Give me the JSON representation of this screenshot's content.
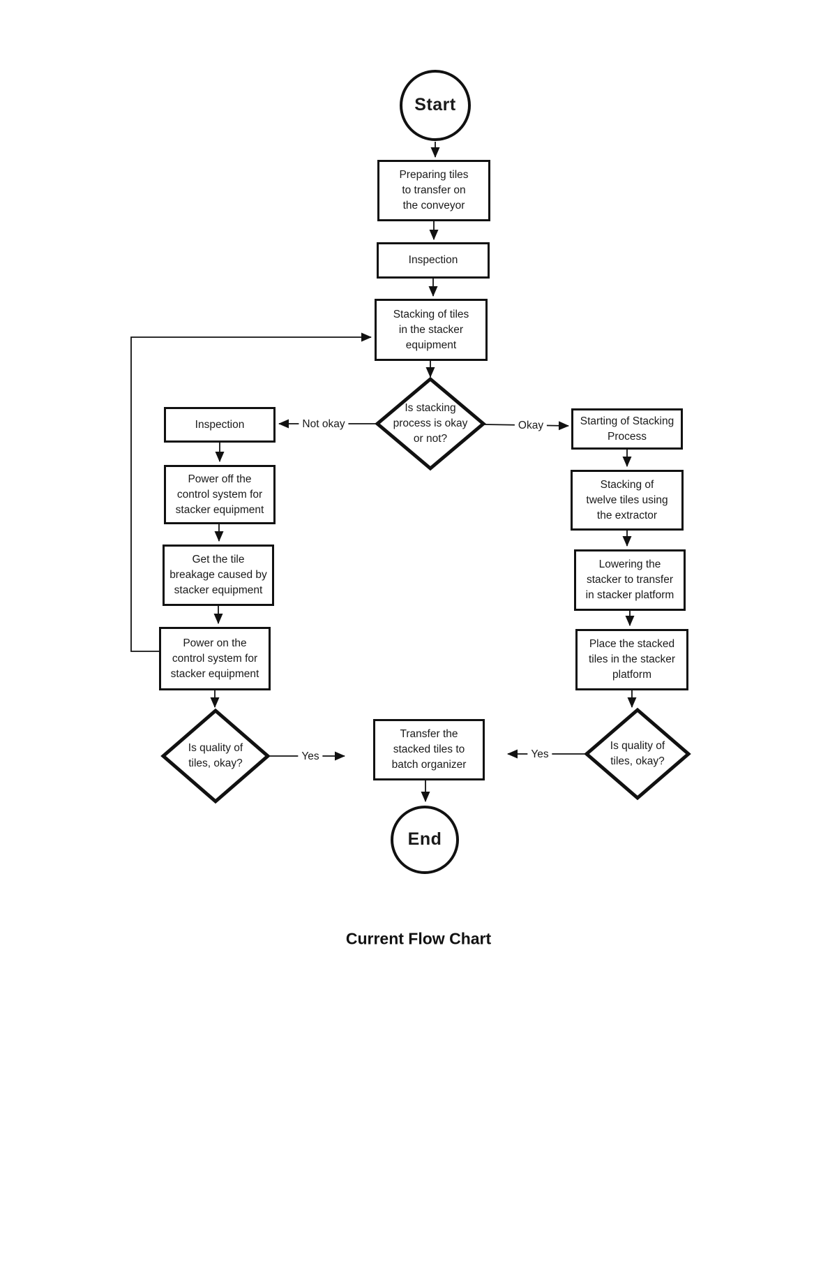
{
  "title": "Current Flow Chart",
  "colors": {
    "line": "#111111",
    "background": "#ffffff",
    "text": "#1a1a1a"
  },
  "nodes": {
    "start": {
      "type": "terminator",
      "label": "Start"
    },
    "preparing": {
      "type": "process",
      "label": "Preparing tiles\nto transfer on\nthe conveyor"
    },
    "inspection_top": {
      "type": "process",
      "label": "Inspection"
    },
    "stacking": {
      "type": "process",
      "label": "Stacking of tiles\nin the stacker\nequipment"
    },
    "decision_stacking": {
      "type": "decision",
      "label": "Is stacking\nprocess is okay\nor not?"
    },
    "inspection_left": {
      "type": "process",
      "label": "Inspection"
    },
    "power_off": {
      "type": "process",
      "label": "Power off the\ncontrol system for\nstacker equipment"
    },
    "get_breakage": {
      "type": "process",
      "label": "Get the tile\nbreakage caused by\nstacker equipment"
    },
    "power_on": {
      "type": "process",
      "label": "Power on the\ncontrol system for\nstacker equipment"
    },
    "decision_quality_left": {
      "type": "decision",
      "label": "Is quality of\ntiles, okay?"
    },
    "starting_process": {
      "type": "process",
      "label": "Starting of Stacking\nProcess"
    },
    "stack_twelve": {
      "type": "process",
      "label": "Stacking of\ntwelve tiles using\nthe extractor"
    },
    "lowering": {
      "type": "process",
      "label": "Lowering the\nstacker to transfer\nin stacker platform"
    },
    "place_stacked": {
      "type": "process",
      "label": "Place the stacked\ntiles in the stacker\nplatform"
    },
    "decision_quality_right": {
      "type": "decision",
      "label": "Is quality of\ntiles, okay?"
    },
    "transfer": {
      "type": "process",
      "label": "Transfer the\nstacked tiles to\nbatch organizer"
    },
    "end": {
      "type": "terminator",
      "label": "End"
    }
  },
  "edge_labels": {
    "not_okay": "Not okay",
    "okay": "Okay",
    "yes_left": "Yes",
    "yes_right": "Yes"
  }
}
